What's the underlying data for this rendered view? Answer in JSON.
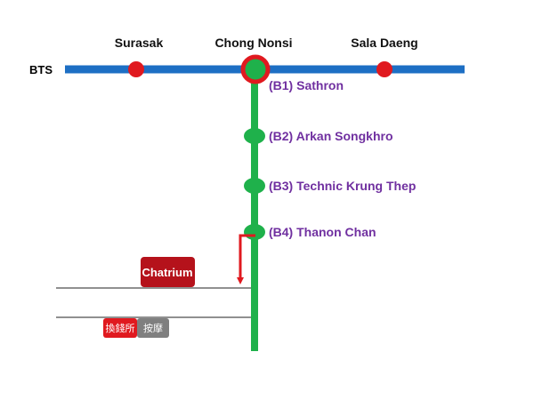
{
  "line": {
    "label": "BTS",
    "color": "#1d6fc4"
  },
  "route": {
    "color": "#1fb14b"
  },
  "stations": [
    {
      "name": "Surasak",
      "color": "#e0191f"
    },
    {
      "name": "Chong Nonsi",
      "color": "#e0191f"
    },
    {
      "name": "Sala Daeng",
      "color": "#e0191f"
    }
  ],
  "stops": [
    {
      "label": "(B1) Sathron"
    },
    {
      "label": "(B2) Arkan Songkhro"
    },
    {
      "label": "(B3) Technic Krung Thep"
    },
    {
      "label": "(B4) Thanon Chan"
    }
  ],
  "landmarks": {
    "hotel": {
      "label": "Chatrium",
      "color": "#b5121b"
    },
    "exchange": {
      "label": "換錢所",
      "color": "#e0191f"
    },
    "massage": {
      "label": "按摩",
      "color": "#7f7f7f"
    }
  },
  "turn_arrow": {
    "color": "#e0191f"
  }
}
